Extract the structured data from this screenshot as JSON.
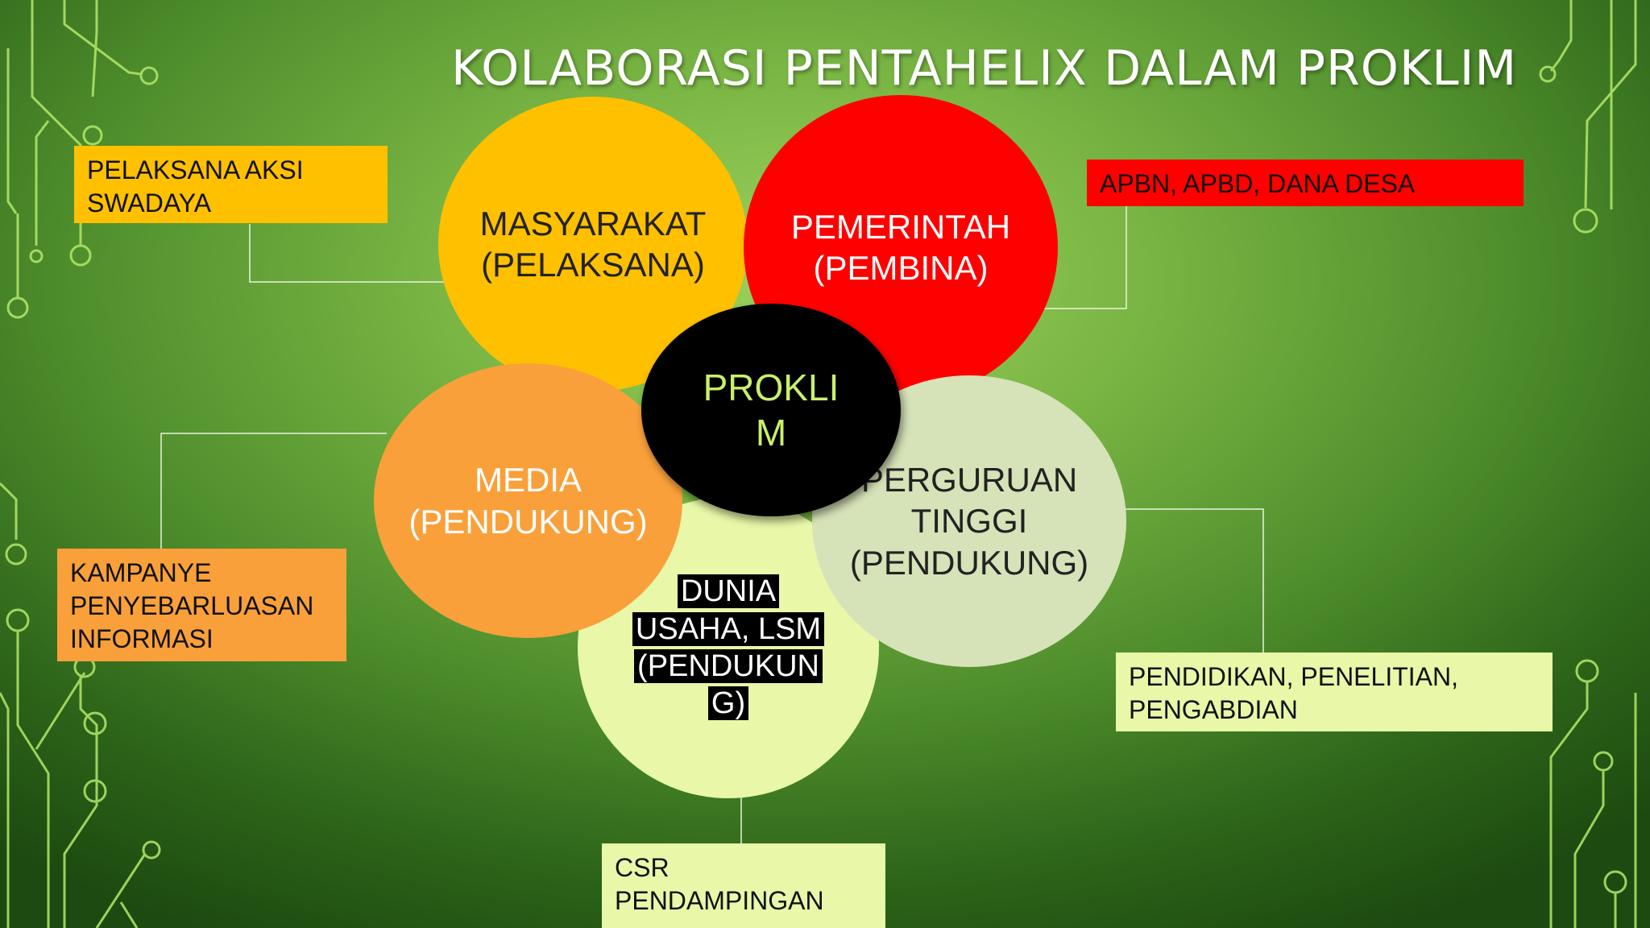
{
  "slide": {
    "title": "KOLABORASI PENTAHELIX DALAM PROKLIM",
    "colors": {
      "background": "#7ab644",
      "masyarakat": "#ffc000",
      "pemerintah": "#ff0000",
      "media": "#f9a03a",
      "perguruan_tinggi": "#d6e2b8",
      "dunia_usaha": "#e8f7a8",
      "center": "#000000",
      "center_text": "#c9f06a"
    }
  },
  "center": {
    "label": "PROKLI\nM"
  },
  "circles": {
    "masyarakat": "MASYARAKAT\n(PELAKSANA)",
    "pemerintah": "PEMERINTAH\n(PEMBINA)",
    "media": "MEDIA\n(PENDUKUNG)",
    "perguruan_tinggi": "PERGURUAN\nTINGGI\n(PENDUKUNG)",
    "dunia_usaha_lines": [
      "DUNIA",
      "USAHA, LSM",
      "(PENDUKUN",
      "G)"
    ]
  },
  "boxes": {
    "masyarakat": "PELAKSANA AKSI\nSWADAYA",
    "pemerintah": "APBN, APBD, DANA DESA",
    "media": "KAMPANYE\nPENYEBARLUASAN\nINFORMASI",
    "perguruan_tinggi": "PENDIDIKAN, PENELITIAN,\nPENGABDIAN",
    "dunia_usaha": "CSR\nPENDAMPINGAN"
  }
}
